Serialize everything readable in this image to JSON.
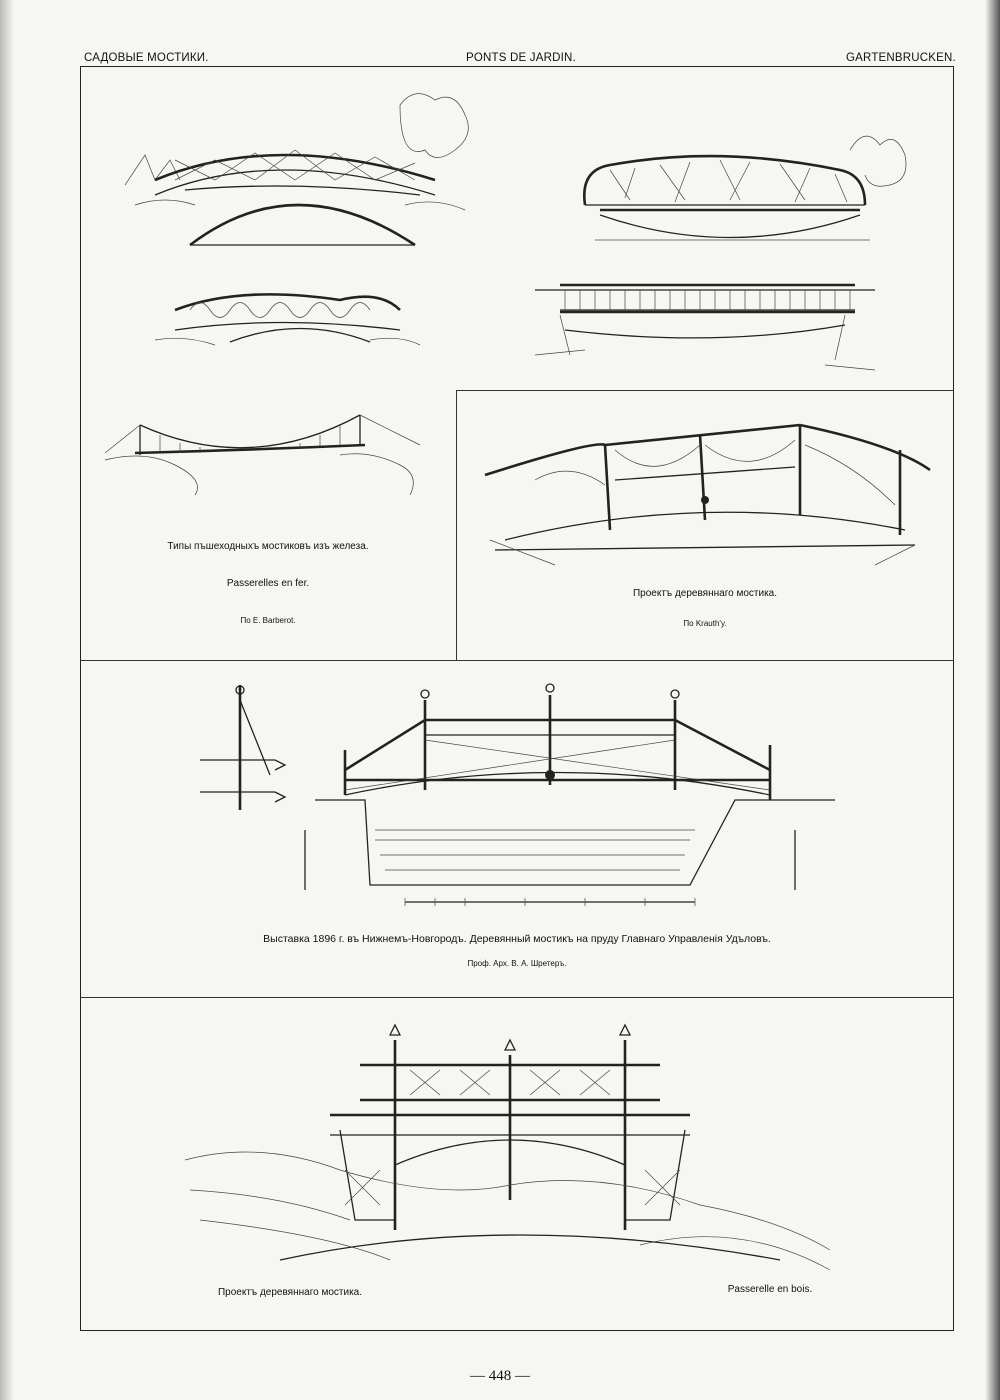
{
  "header": {
    "left": "САДОВЫЕ МОСТИКИ.",
    "center": "PONTS DE JARDIN.",
    "right": "GARTENBRUCKEN."
  },
  "section_iron": {
    "caption_ru": "Типы пъшеходныхъ мостиковъ изъ железа.",
    "caption_fr": "Passerelles en fer.",
    "credit": "По E. Barberot."
  },
  "section_krauth": {
    "caption_ru": "Проектъ деревяннаго мостика.",
    "credit": "По Krauth'y."
  },
  "section_exhibition": {
    "caption": "Выставка 1896 г. въ Нижнемъ-Новгородъ. Деревянный мостикъ на пруду Главнаго Управленія Удъловъ.",
    "credit": "Проф. Арх. В. А. Шретеръ."
  },
  "section_bottom": {
    "caption_ru": "Проектъ деревяннаго мостика.",
    "caption_fr": "Passerelle en bois."
  },
  "page_number": "— 448 —"
}
